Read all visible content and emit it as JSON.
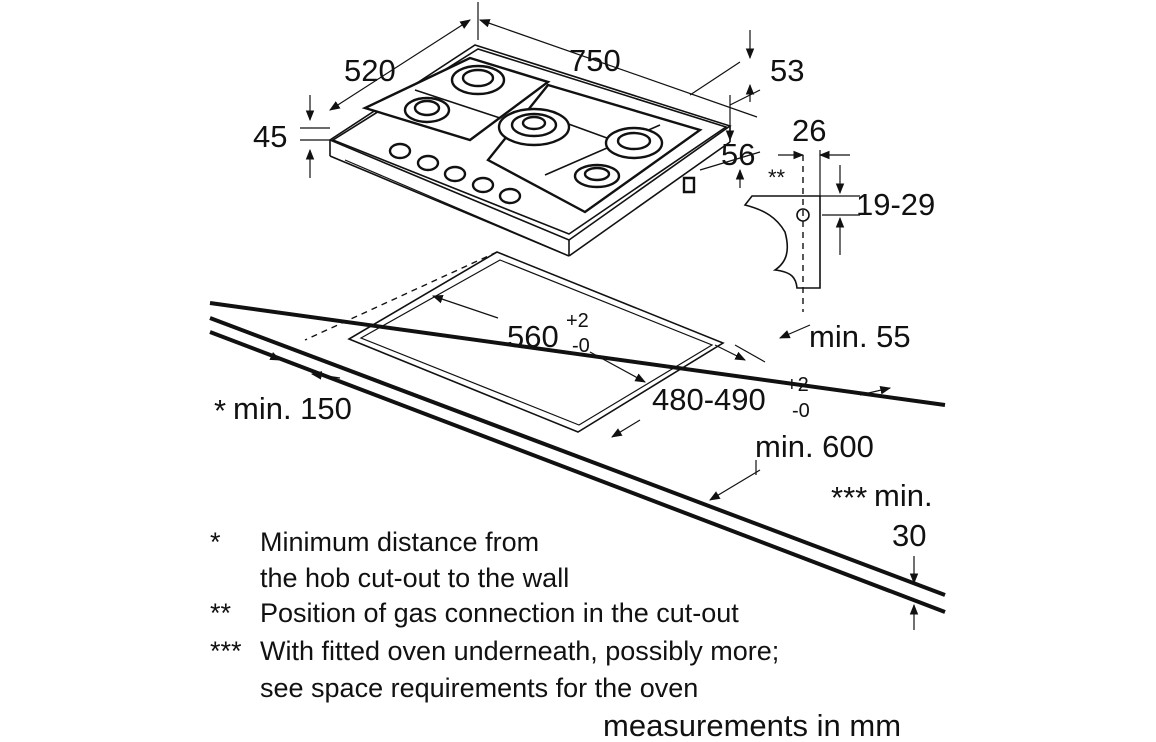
{
  "dimensions": {
    "depth": "520",
    "width": "750",
    "top_to_front": "53",
    "height": "45",
    "side_depth": "56",
    "gas_offset": "26",
    "gas_height": "19-29",
    "gas_marker": "**",
    "min_rear": "min. 55",
    "cutout_width": "560",
    "cutout_depth": "480-490",
    "tol_plus": "+2",
    "tol_minus": "-0",
    "min_wall_prefix": "*",
    "min_wall": "min. 150",
    "min_depth": "min. 600",
    "min_below_prefix": "***",
    "min_below_label": "min.",
    "min_below_value": "30"
  },
  "notes": [
    {
      "marker": "*",
      "text": "Minimum distance from"
    },
    {
      "marker": "",
      "text": "the hob cut-out to the wall"
    },
    {
      "marker": "**",
      "text": "Position of gas connection in the cut-out"
    },
    {
      "marker": "***",
      "text": "With fitted oven underneath, possibly more;"
    },
    {
      "marker": "",
      "text": "see space requirements for the oven"
    }
  ],
  "units_note": "measurements in mm"
}
